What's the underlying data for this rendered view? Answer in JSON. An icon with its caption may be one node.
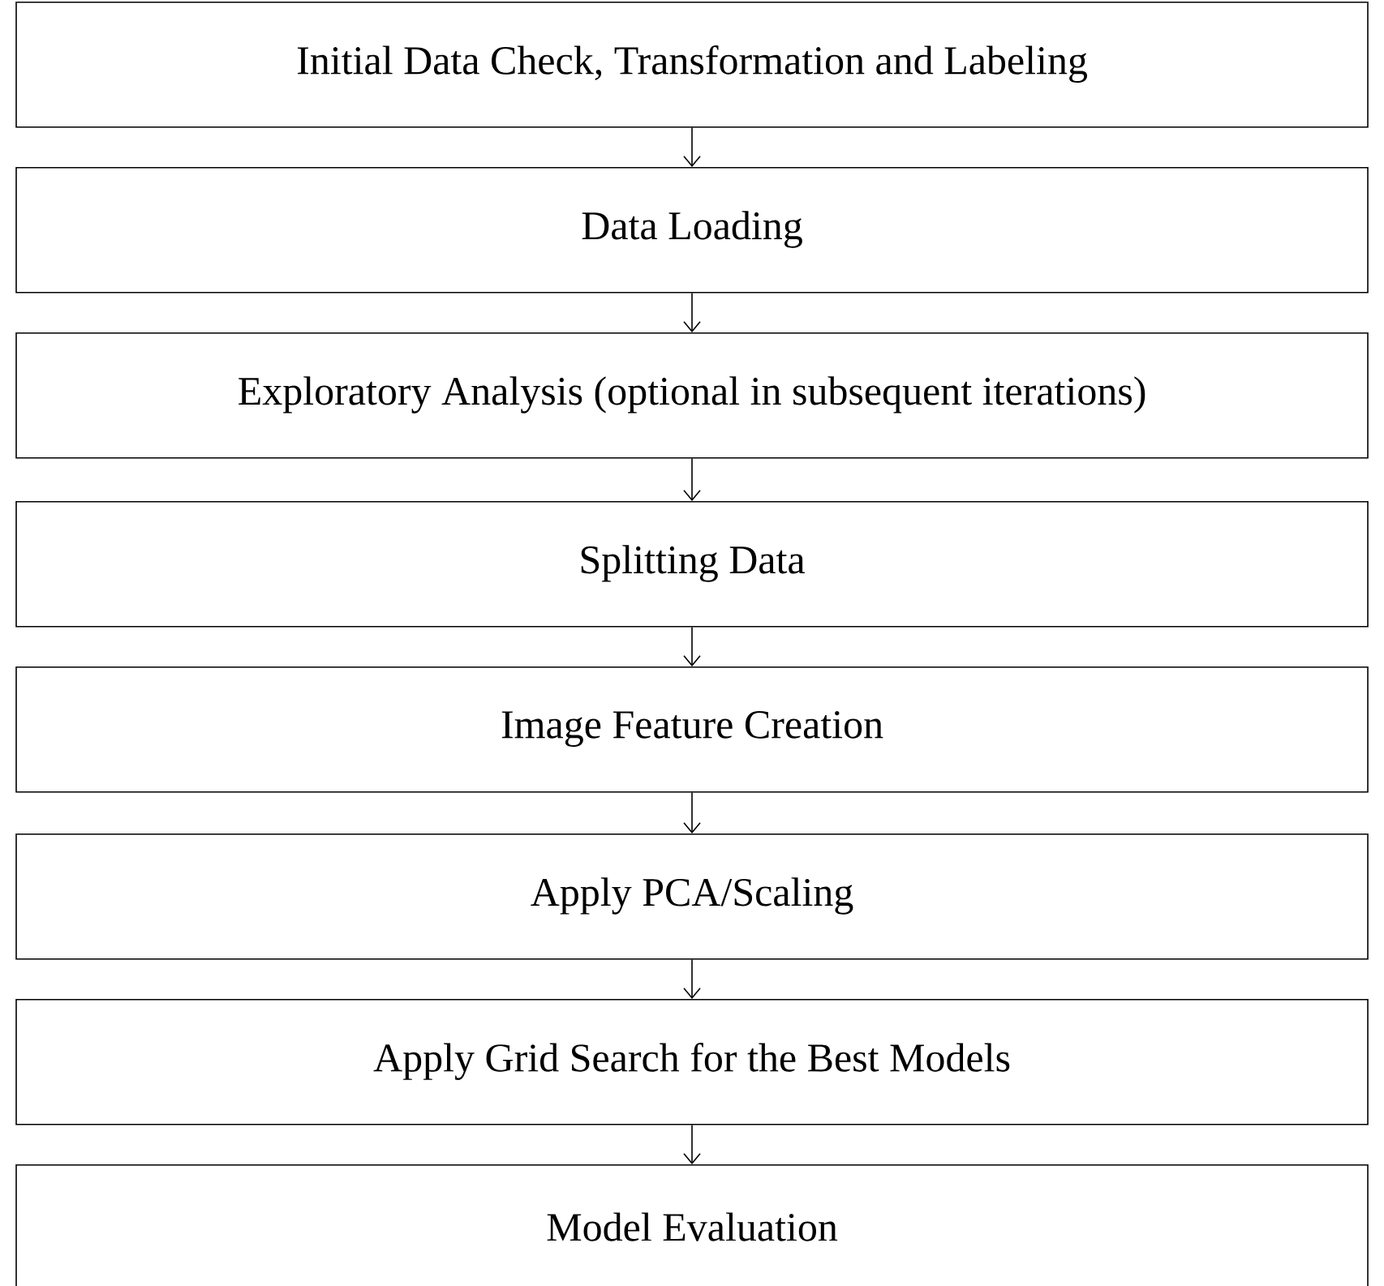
{
  "diagram": {
    "nodes": [
      {
        "text": [
          "Initial Data Check, Transformation and Labeling"
        ]
      },
      {
        "text": [
          "Data Loading"
        ]
      },
      {
        "text": [
          "Exploratory Analysis (optional in subsequent iterations)"
        ]
      },
      {
        "text": [
          "Splitting Data"
        ]
      },
      {
        "text": [
          "Image Feature Creation"
        ]
      },
      {
        "text": [
          "Apply PCA/Scaling"
        ]
      },
      {
        "text": [
          "Apply Grid Search for the Best Models"
        ]
      },
      {
        "text": [
          "Model Evaluation"
        ]
      }
    ],
    "edges": [
      {
        "from": 0,
        "to": 1,
        "arrow": "to"
      },
      {
        "from": 1,
        "to": 2,
        "arrow": "to"
      },
      {
        "from": 2,
        "to": 3,
        "arrow": "to"
      },
      {
        "from": 3,
        "to": 4,
        "arrow": "to"
      },
      {
        "from": 4,
        "to": 5,
        "arrow": "to"
      },
      {
        "from": 5,
        "to": 6,
        "arrow": "to"
      },
      {
        "from": 6,
        "to": 7,
        "arrow": "to"
      }
    ]
  }
}
